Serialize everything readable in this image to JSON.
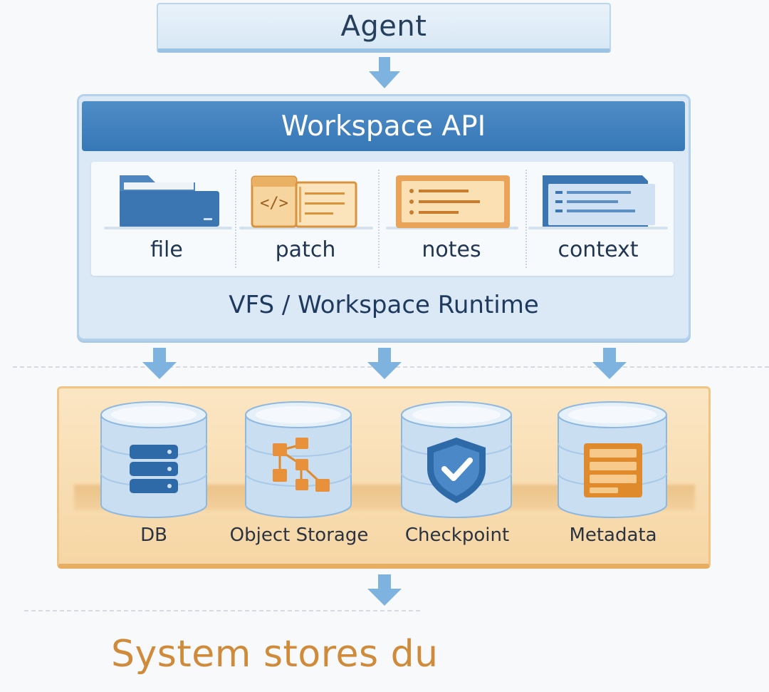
{
  "agent": {
    "label": "Agent"
  },
  "workspace": {
    "title": "Workspace API",
    "tools": [
      {
        "label": "file",
        "icon": "folder-icon"
      },
      {
        "label": "patch",
        "icon": "code-patch-icon"
      },
      {
        "label": "notes",
        "icon": "notes-icon"
      },
      {
        "label": "context",
        "icon": "context-window-icon"
      }
    ],
    "runtime": "VFS / Workspace Runtime"
  },
  "storage": {
    "items": [
      {
        "label": "DB",
        "icon": "database-stack-icon"
      },
      {
        "label": "Object Storage",
        "icon": "object-graph-icon"
      },
      {
        "label": "Checkpoint",
        "icon": "shield-check-icon"
      },
      {
        "label": "Metadata",
        "icon": "metadata-list-icon"
      }
    ]
  },
  "footer": {
    "text": "System stores du"
  },
  "colors": {
    "blue_header": "#3677b7",
    "blue_panel": "#dbe9f6",
    "orange_panel": "#f6d6a4",
    "orange_text": "#cf8a3a",
    "arrow": "#7fb3df"
  }
}
